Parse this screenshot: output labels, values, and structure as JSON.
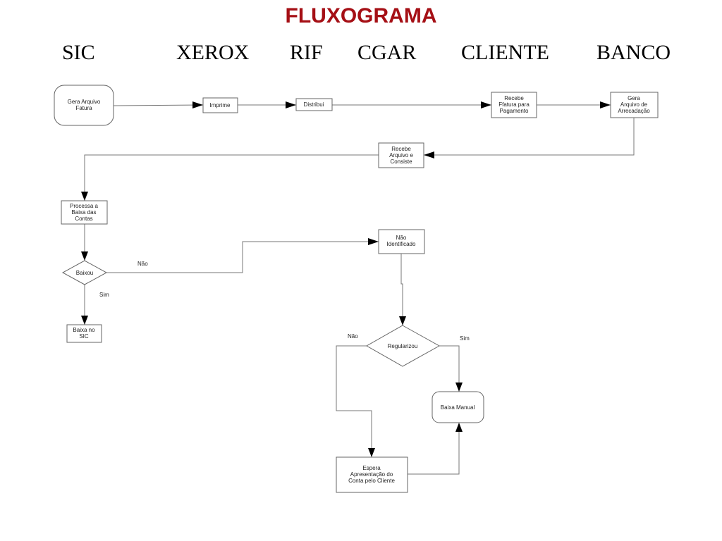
{
  "title": "FLUXOGRAMA",
  "lanes": [
    "SIC",
    "XEROX",
    "RIF",
    "CGAR",
    "CLIENTE",
    "BANCO"
  ],
  "nodes": {
    "gera_arquivo_fatura": [
      "Gera Arquivo",
      "Fatura"
    ],
    "imprime": [
      "Imprime"
    ],
    "distribui": [
      "Distribui"
    ],
    "recebe_fatura": [
      "Recebe",
      "Ffatura para",
      "Pagamento"
    ],
    "gera_arquivo_arrecadacao": [
      "Gera",
      "Arquivo de",
      "Arrecadação"
    ],
    "recebe_arquivo_consiste": [
      "Recebe",
      "Arquivo e",
      "Consiste"
    ],
    "processa_baixa": [
      "Processa a",
      "Baixa das",
      "Contas"
    ],
    "baixou": [
      "Baixou"
    ],
    "baixa_no_sic": [
      "Baixa no",
      "SIC"
    ],
    "nao_identificado": [
      "Não",
      "Identificado"
    ],
    "regularizou": [
      "Regularizou"
    ],
    "baixa_manual": [
      "Baixa Manual"
    ],
    "espera_apresentacao": [
      "Espera",
      "Apresentação do",
      "Conta pelo  Cliente"
    ]
  },
  "edge_labels": {
    "baixou_nao": "Não",
    "baixou_sim": "Sim",
    "regularizou_nao": "Não",
    "regularizou_sim": "Sim"
  }
}
